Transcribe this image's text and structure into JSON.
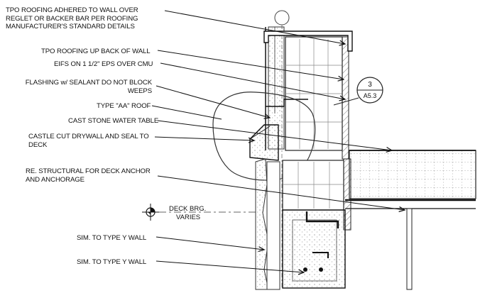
{
  "callouts": [
    {
      "lines": [
        "TPO ROOFING ADHERED TO WALL OVER",
        "REGLET OR BACKER BAR PER ROOFING",
        "MANUFACTURER'S  STANDARD DETAILS"
      ]
    },
    {
      "lines": [
        "TPO ROOFING UP BACK OF WALL"
      ]
    },
    {
      "lines": [
        "EIFS ON 1 1/2\" EPS OVER CMU"
      ]
    },
    {
      "lines": [
        "FLASHING w/ SEALANT DO NOT BLOCK",
        "WEEPS"
      ]
    },
    {
      "lines": [
        "TYPE \"AA\" ROOF"
      ]
    },
    {
      "lines": [
        "CAST STONE WATER TABLE"
      ]
    },
    {
      "lines": [
        "CASTLE CUT DRYWALL AND SEAL TO",
        "DECK"
      ]
    },
    {
      "lines": [
        "RE. STRUCTURAL FOR DECK ANCHOR",
        "AND ANCHORAGE"
      ]
    },
    {
      "lines": [
        "SIM. TO TYPE Y WALL"
      ]
    },
    {
      "lines": [
        "SIM. TO TYPE Y WALL"
      ]
    }
  ],
  "elevation_marker": {
    "line1": "DECK BRG.",
    "line2": "VARIES"
  },
  "section_bubble": {
    "number": "3",
    "sheet": "A5.3"
  }
}
